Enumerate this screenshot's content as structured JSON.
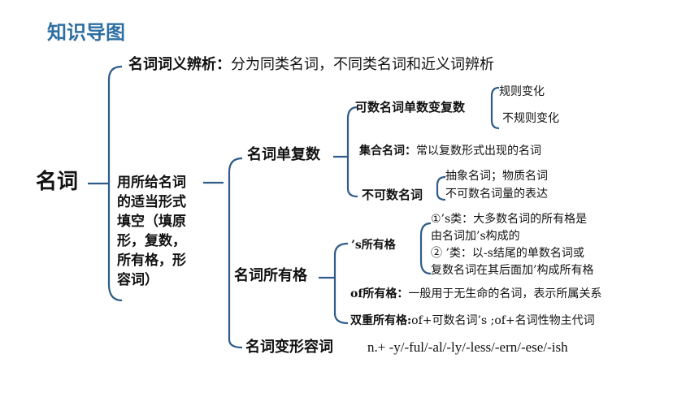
{
  "title": "知识导图",
  "root": "名词",
  "branch1": {
    "label": "名词词义辨析：",
    "text": "分为同类名词，不同类名词和近义词辨析"
  },
  "branch2": {
    "label_lines": [
      "用所给名词",
      "的适当形式",
      "填空（填原",
      "形，复数，",
      "所有格，形",
      "容词）"
    ],
    "singular_plural": {
      "label": "名词单复数",
      "countable": {
        "label": "可数名词单数变复数",
        "items": [
          "规则变化",
          "不规则变化"
        ]
      },
      "collective": {
        "label": "集合名词：",
        "text": "常以复数形式出现的名词"
      },
      "uncountable": {
        "label": "不可数名词",
        "items": [
          "抽象名词；物质名词",
          "不可数名词量的表达"
        ]
      }
    },
    "possessive": {
      "label": "名词所有格",
      "s_possessive": {
        "label": "’s所有格",
        "items": [
          "①’s类：大多数名词的所有格是",
          "由名词加’s构成的",
          "② ’类：以-s结尾的单数名词或",
          "复数名词在其后面加’构成所有格"
        ]
      },
      "of_possessive": {
        "label": "of所有格：",
        "text": "一般用于无生命的名词，表示所属关系"
      },
      "double_possessive": {
        "label": "双重所有格:",
        "text": "of+可数名词’s ;of+名词性物主代词"
      }
    },
    "adjective": {
      "label": "名词变形容词",
      "suffixes": "n.+ -y/-ful/-al/-ly/-less/-ern/-ese/-ish"
    }
  }
}
